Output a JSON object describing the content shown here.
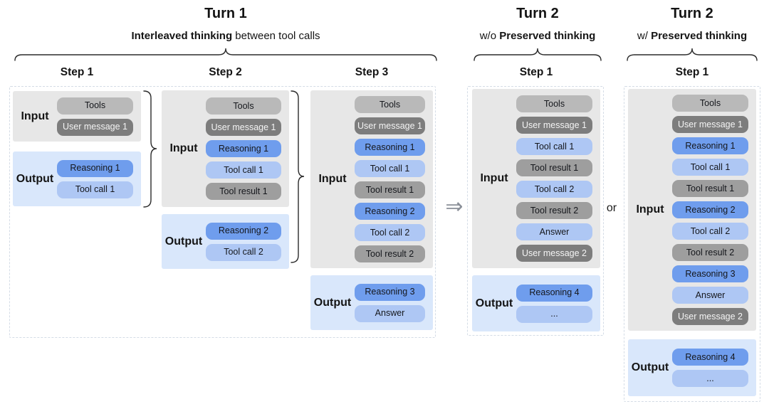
{
  "colors": {
    "pill_tools": "#b9b9b9",
    "pill_user": "#7d7d7d",
    "pill_reasoning": "#6f9ded",
    "pill_toolcall": "#aec7f4",
    "pill_result": "#9e9e9e",
    "input_bg": "#e7e7e7",
    "output_bg": "#d9e7fb",
    "border_dash": "#d4dce6"
  },
  "connectors": {
    "arrow": "⇒",
    "or_label": "or"
  },
  "panels": [
    {
      "title": "Turn 1",
      "subtitle": {
        "pre": "",
        "bold": "Interleaved thinking",
        "post": " between tool calls"
      },
      "steps": [
        {
          "label": "Step 1",
          "input_label": "Input",
          "output_label": "Output",
          "input": [
            {
              "label": "Tools",
              "type": "tools"
            },
            {
              "label": "User message 1",
              "type": "user"
            }
          ],
          "output": [
            {
              "label": "Reasoning 1",
              "type": "reasoning"
            },
            {
              "label": "Tool call 1",
              "type": "toolcall"
            }
          ]
        },
        {
          "label": "Step 2",
          "input_label": "Input",
          "output_label": "Output",
          "input": [
            {
              "label": "Tools",
              "type": "tools"
            },
            {
              "label": "User message 1",
              "type": "user"
            },
            {
              "label": "Reasoning 1",
              "type": "reasoning"
            },
            {
              "label": "Tool call 1",
              "type": "toolcall"
            },
            {
              "label": "Tool result 1",
              "type": "result"
            }
          ],
          "output": [
            {
              "label": "Reasoning 2",
              "type": "reasoning"
            },
            {
              "label": "Tool call 2",
              "type": "toolcall"
            }
          ]
        },
        {
          "label": "Step 3",
          "input_label": "Input",
          "output_label": "Output",
          "input": [
            {
              "label": "Tools",
              "type": "tools"
            },
            {
              "label": "User message 1",
              "type": "user"
            },
            {
              "label": "Reasoning 1",
              "type": "reasoning"
            },
            {
              "label": "Tool call 1",
              "type": "toolcall"
            },
            {
              "label": "Tool result 1",
              "type": "result"
            },
            {
              "label": "Reasoning 2",
              "type": "reasoning"
            },
            {
              "label": "Tool call 2",
              "type": "toolcall"
            },
            {
              "label": "Tool result 2",
              "type": "result"
            }
          ],
          "output": [
            {
              "label": "Reasoning 3",
              "type": "reasoning"
            },
            {
              "label": "Answer",
              "type": "answer"
            }
          ]
        }
      ]
    },
    {
      "title": "Turn 2",
      "subtitle": {
        "pre": "w/o ",
        "bold": "Preserved thinking",
        "post": ""
      },
      "steps": [
        {
          "label": "Step 1",
          "input_label": "Input",
          "output_label": "Output",
          "input": [
            {
              "label": "Tools",
              "type": "tools"
            },
            {
              "label": "User message 1",
              "type": "user"
            },
            {
              "label": "Tool call 1",
              "type": "toolcall"
            },
            {
              "label": "Tool result 1",
              "type": "result"
            },
            {
              "label": "Tool call 2",
              "type": "toolcall"
            },
            {
              "label": "Tool result 2",
              "type": "result"
            },
            {
              "label": "Answer",
              "type": "answer"
            },
            {
              "label": "User message 2",
              "type": "user"
            }
          ],
          "output": [
            {
              "label": "Reasoning 4",
              "type": "reasoning"
            },
            {
              "label": "...",
              "type": "ellipsis"
            }
          ]
        }
      ]
    },
    {
      "title": "Turn 2",
      "subtitle": {
        "pre": "w/ ",
        "bold": "Preserved thinking",
        "post": ""
      },
      "steps": [
        {
          "label": "Step 1",
          "input_label": "Input",
          "output_label": "Output",
          "input": [
            {
              "label": "Tools",
              "type": "tools"
            },
            {
              "label": "User message 1",
              "type": "user"
            },
            {
              "label": "Reasoning 1",
              "type": "reasoning"
            },
            {
              "label": "Tool call 1",
              "type": "toolcall"
            },
            {
              "label": "Tool result 1",
              "type": "result"
            },
            {
              "label": "Reasoning 2",
              "type": "reasoning"
            },
            {
              "label": "Tool call 2",
              "type": "toolcall"
            },
            {
              "label": "Tool result 2",
              "type": "result"
            },
            {
              "label": "Reasoning 3",
              "type": "reasoning"
            },
            {
              "label": "Answer",
              "type": "answer"
            },
            {
              "label": "User message 2",
              "type": "user"
            }
          ],
          "output": [
            {
              "label": "Reasoning 4",
              "type": "reasoning"
            },
            {
              "label": "...",
              "type": "ellipsis"
            }
          ]
        }
      ]
    }
  ]
}
